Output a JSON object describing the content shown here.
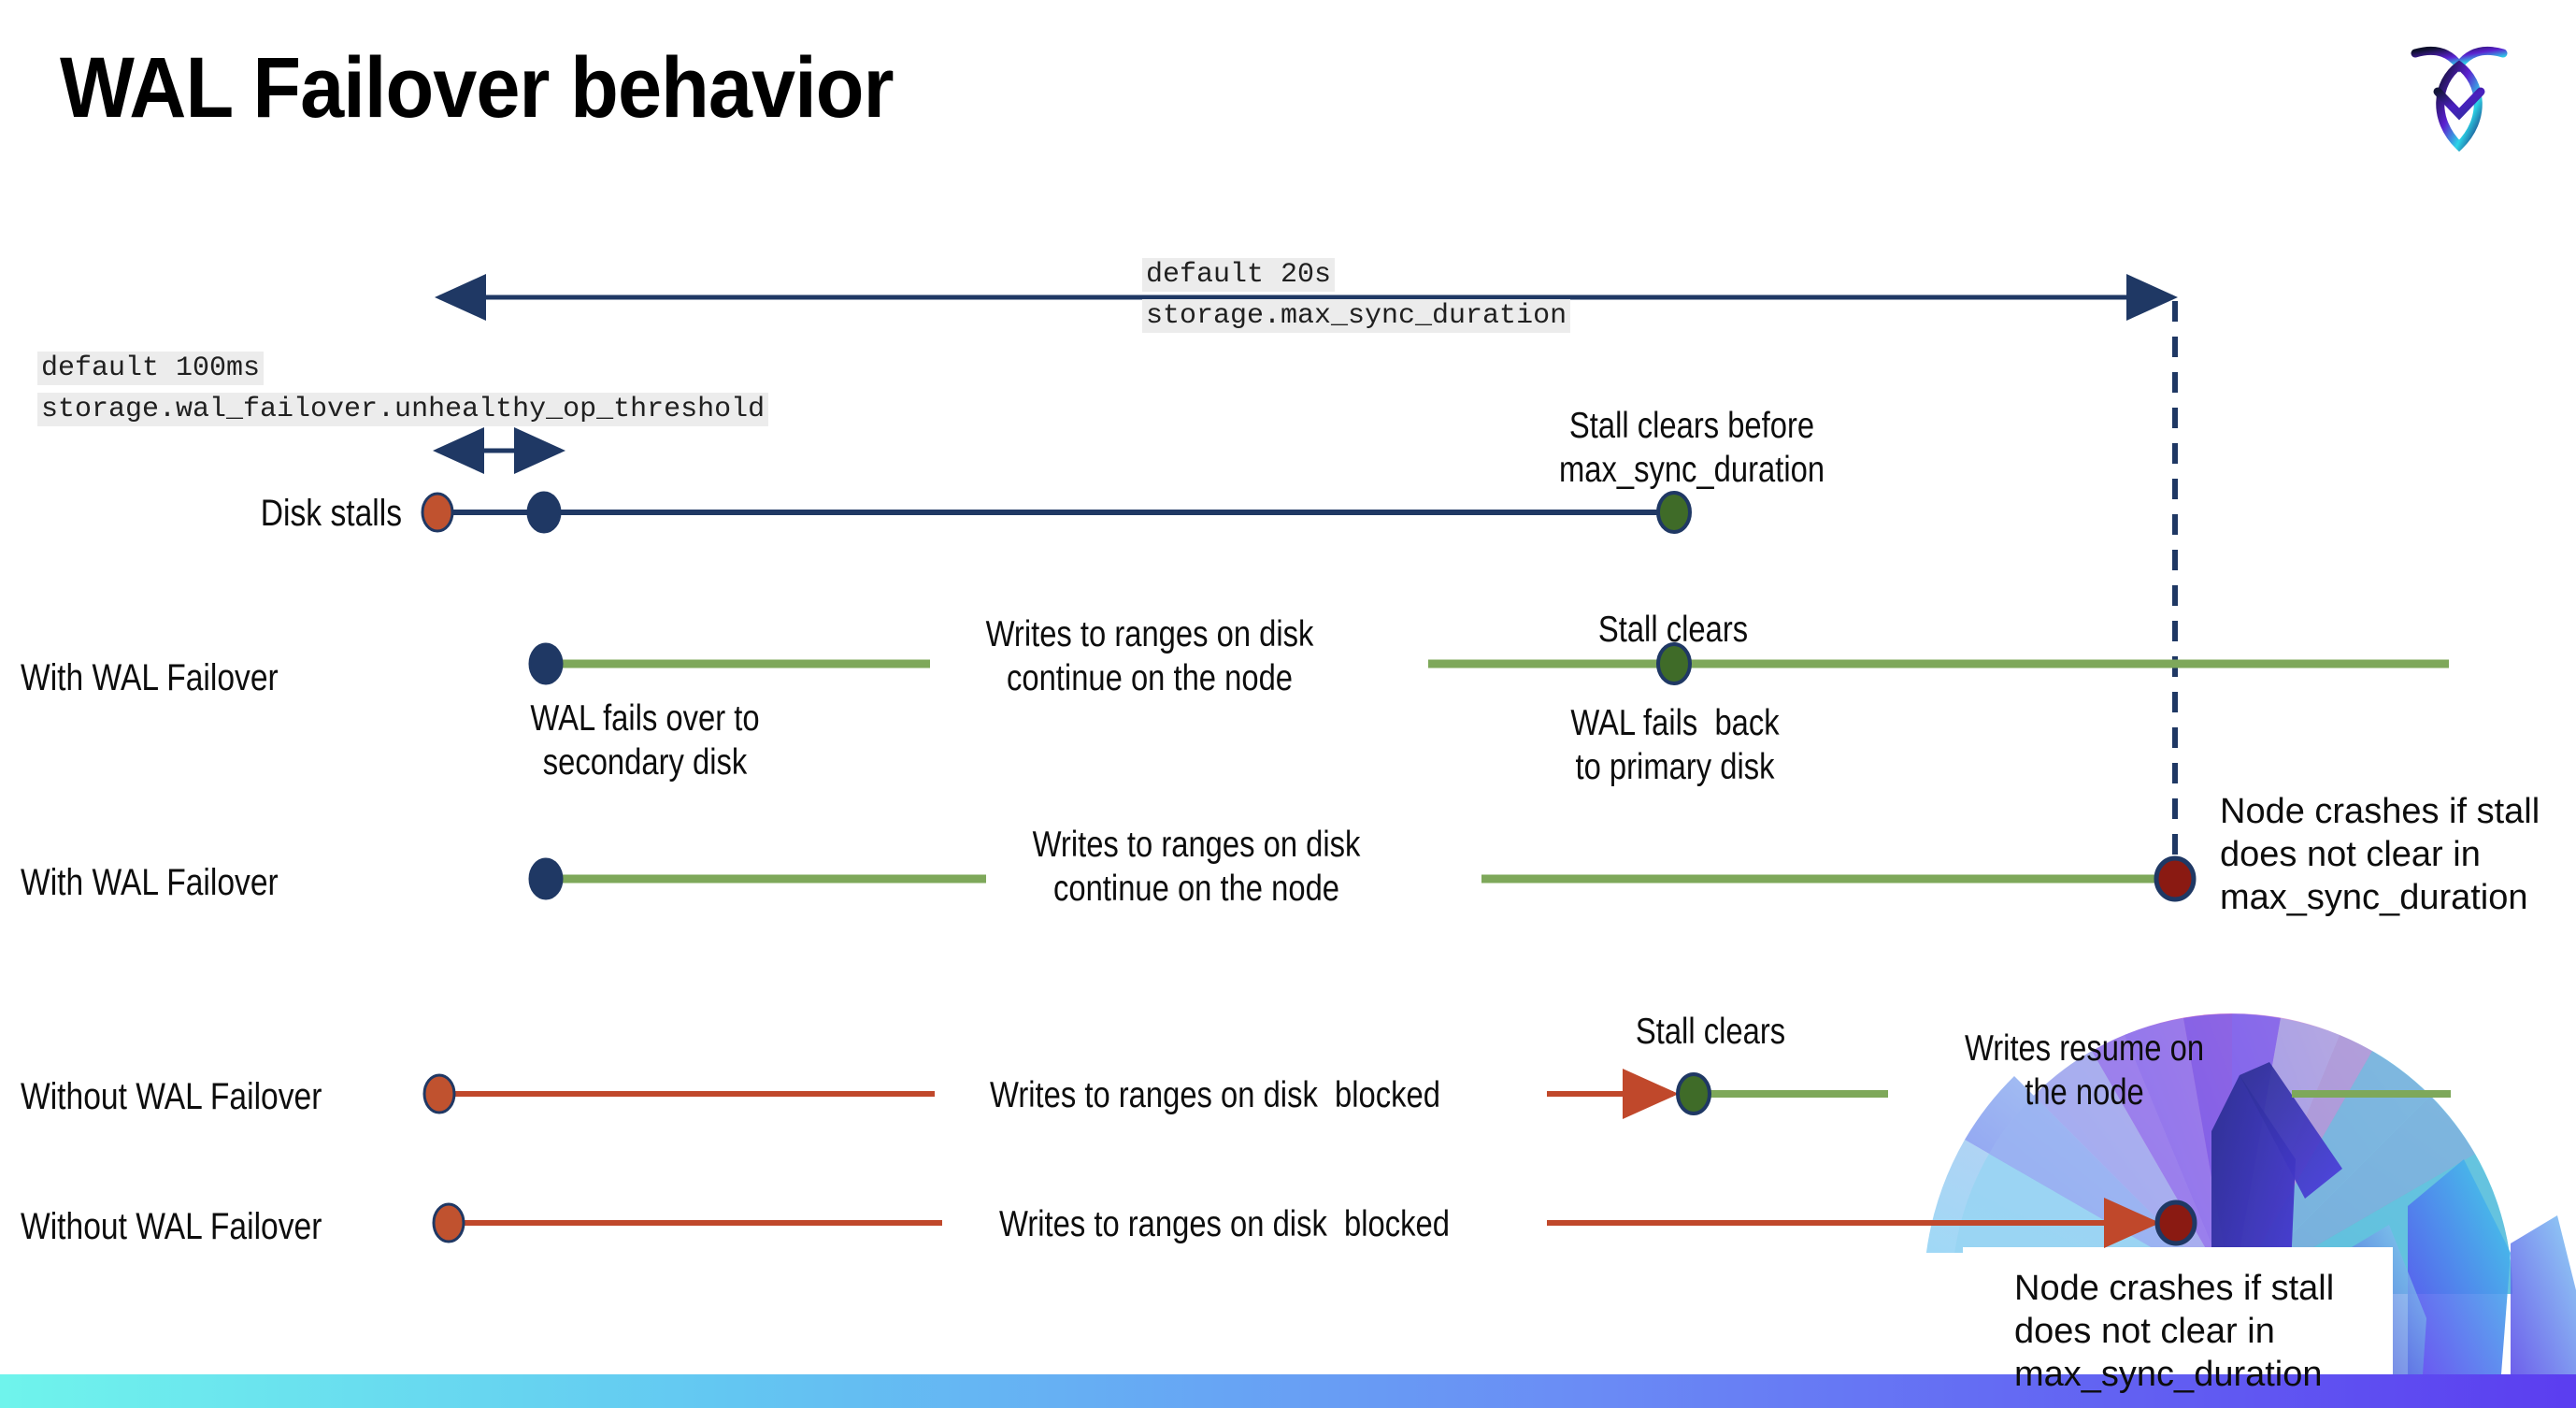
{
  "slide": {
    "title": "WAL Failover behavior",
    "logo_name": "cockroachdb-logo"
  },
  "colors": {
    "navy": "#1F3864",
    "green_line": "#7EA85A",
    "green_dot": "#3F6B28",
    "orange": "#C0482B",
    "orange_dot": "#C0522F",
    "red_dot": "#8A1A12",
    "code_chip_bg": "#ECECEC",
    "bar_gradient_start": "#6FF4EC",
    "bar_gradient_end": "#5B3DF0"
  },
  "annotations": {
    "max_sync": {
      "default": "default 20s",
      "setting": "storage.max_sync_duration"
    },
    "unhealthy_op": {
      "default": "default 100ms",
      "setting": "storage.wal_failover.unhealthy_op_threshold"
    }
  },
  "rows": [
    {
      "id": "disk-stalls",
      "name": "Disk stalls",
      "notes": [
        {
          "id": "stall-clears-before",
          "text": "Stall clears before\nmax_sync_duration"
        }
      ]
    },
    {
      "id": "with-wal-failover-1",
      "name": "With WAL Failover",
      "notes": [
        {
          "id": "writes-continue-1",
          "text": "Writes to ranges on disk\ncontinue on the node"
        },
        {
          "id": "stall-clears-1",
          "text": "Stall clears"
        },
        {
          "id": "wal-fails-over",
          "text": "WAL fails over to\nsecondary disk"
        },
        {
          "id": "wal-fails-back",
          "text": "WAL fails  back\nto primary disk"
        }
      ]
    },
    {
      "id": "with-wal-failover-2",
      "name": "With WAL Failover",
      "notes": [
        {
          "id": "writes-continue-2",
          "text": "Writes to ranges on disk\ncontinue on the node"
        },
        {
          "id": "node-crashes-1",
          "text": "Node crashes if stall\ndoes not clear in\nmax_sync_duration"
        }
      ]
    },
    {
      "id": "without-wal-failover-1",
      "name": "Without WAL Failover",
      "notes": [
        {
          "id": "writes-blocked-1",
          "text": "Writes to ranges on disk  blocked"
        },
        {
          "id": "stall-clears-2",
          "text": "Stall clears"
        },
        {
          "id": "writes-resume",
          "text": "Writes resume on\nthe node"
        }
      ]
    },
    {
      "id": "without-wal-failover-2",
      "name": "Without WAL Failover",
      "notes": [
        {
          "id": "writes-blocked-2",
          "text": "Writes to ranges on disk  blocked"
        },
        {
          "id": "node-crashes-2",
          "text": "Node crashes if stall\ndoes not clear in\nmax_sync_duration"
        }
      ]
    }
  ]
}
